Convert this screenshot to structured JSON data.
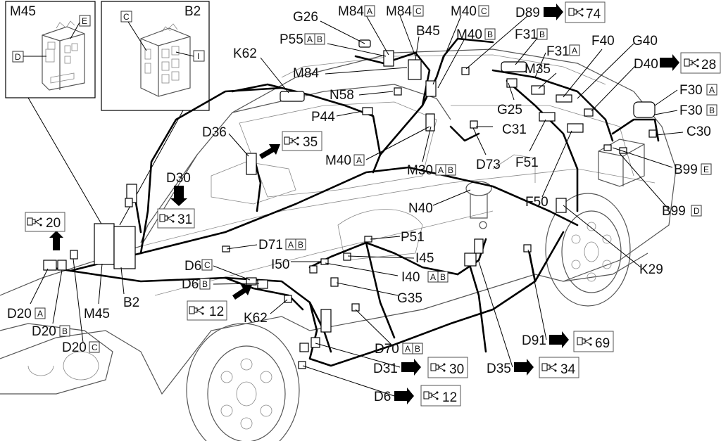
{
  "inset_left": {
    "title": "M45",
    "pins": [
      "E",
      "D"
    ]
  },
  "inset_right": {
    "title": "B2",
    "pins": [
      "C",
      "I"
    ]
  },
  "labels": {
    "G26": "G26",
    "M84": "M84",
    "M84_sub_a": "A",
    "M84_sub_c": "C",
    "M40": "M40",
    "M40_sub_c": "C",
    "M40_sub_b": "B",
    "M40_sub_a": "A",
    "D89": "D89",
    "ref74": "74",
    "P55": "P55",
    "P55_sub_a": "A",
    "P55_sub_b": "B",
    "B45": "B45",
    "K62": "K62",
    "M84b": "M84",
    "N58": "N58",
    "F31": "F31",
    "F31_sub_b": "B",
    "F31_sub_a": "A",
    "F40": "F40",
    "G40": "G40",
    "M35": "M35",
    "D40": "D40",
    "ref28": "28",
    "F30": "F30",
    "F30_sub_a": "A",
    "F30_sub_b": "B",
    "C30": "C30",
    "G25": "G25",
    "C31": "C31",
    "P44": "P44",
    "D36": "D36",
    "ref35": "35",
    "M40a": "M40",
    "M30": "M30",
    "M30_sub_a": "A",
    "M30_sub_b": "B",
    "D73": "D73",
    "F51": "F51",
    "B99": "B99",
    "B99_sub_e": "E",
    "B99_sub_d": "D",
    "D30": "D30",
    "ref31": "31",
    "N40": "N40",
    "F50": "F50",
    "ref20": "20",
    "P51": "P51",
    "D71": "D71",
    "D71_sub_a": "A",
    "D71_sub_b": "B",
    "I45": "I45",
    "I50": "I50",
    "D6": "D6",
    "D6_sub_c": "C",
    "D6_sub_b": "B",
    "I40": "I40",
    "I40_sub_a": "A",
    "I40_sub_b": "B",
    "K29": "K29",
    "ref12": "12",
    "G35": "G35",
    "D20": "D20",
    "D20_sub_a": "A",
    "D20_sub_b": "B",
    "D20_sub_c": "C",
    "M45": "M45",
    "B2": "B2",
    "K62b": "K62",
    "D70": "D70",
    "D70_sub_a": "A",
    "D70_sub_b": "B",
    "D91": "D91",
    "ref69": "69",
    "D31": "D31",
    "ref30": "30",
    "D35": "D35",
    "ref34": "34",
    "D6b": "D6",
    "ref12b": "12"
  }
}
